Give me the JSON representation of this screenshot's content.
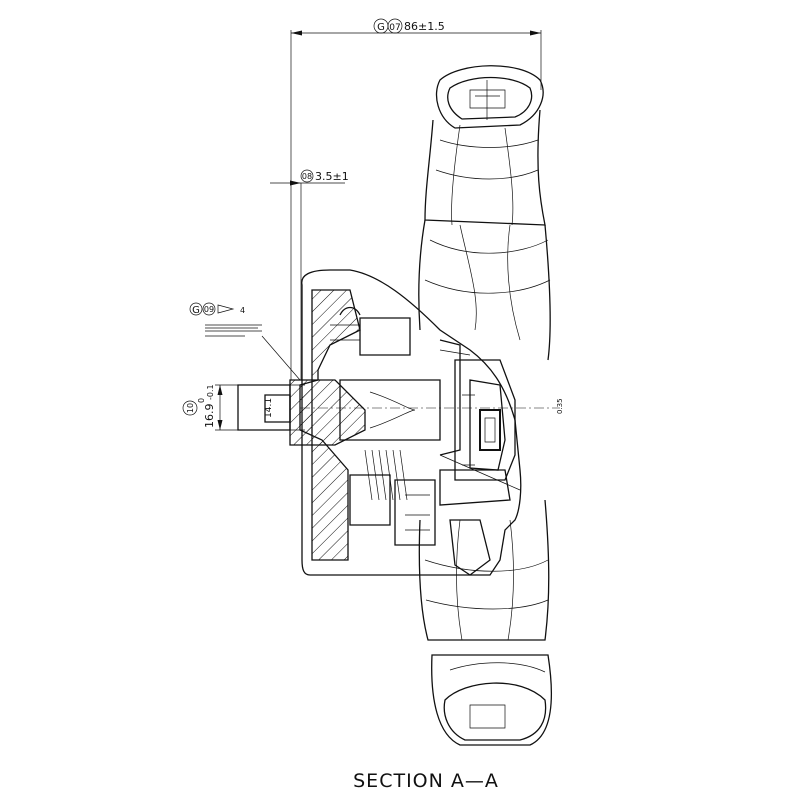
{
  "callouts": {
    "overall_width": {
      "balloon_number": "07",
      "balloon_prefix": "G",
      "value": "86±1.5"
    },
    "offset": {
      "balloon_number": "08",
      "value": "3.5±1"
    },
    "gdt": {
      "balloon_number": "09",
      "balloon_prefix": "G",
      "value": "4"
    },
    "bore": {
      "balloon_number": "10",
      "value": "16.9",
      "upper_tol": "0",
      "lower_tol": "-0.1"
    }
  },
  "inner_label": "14.1",
  "centerline_note": "0.35",
  "section_title": "SECTION A—A"
}
